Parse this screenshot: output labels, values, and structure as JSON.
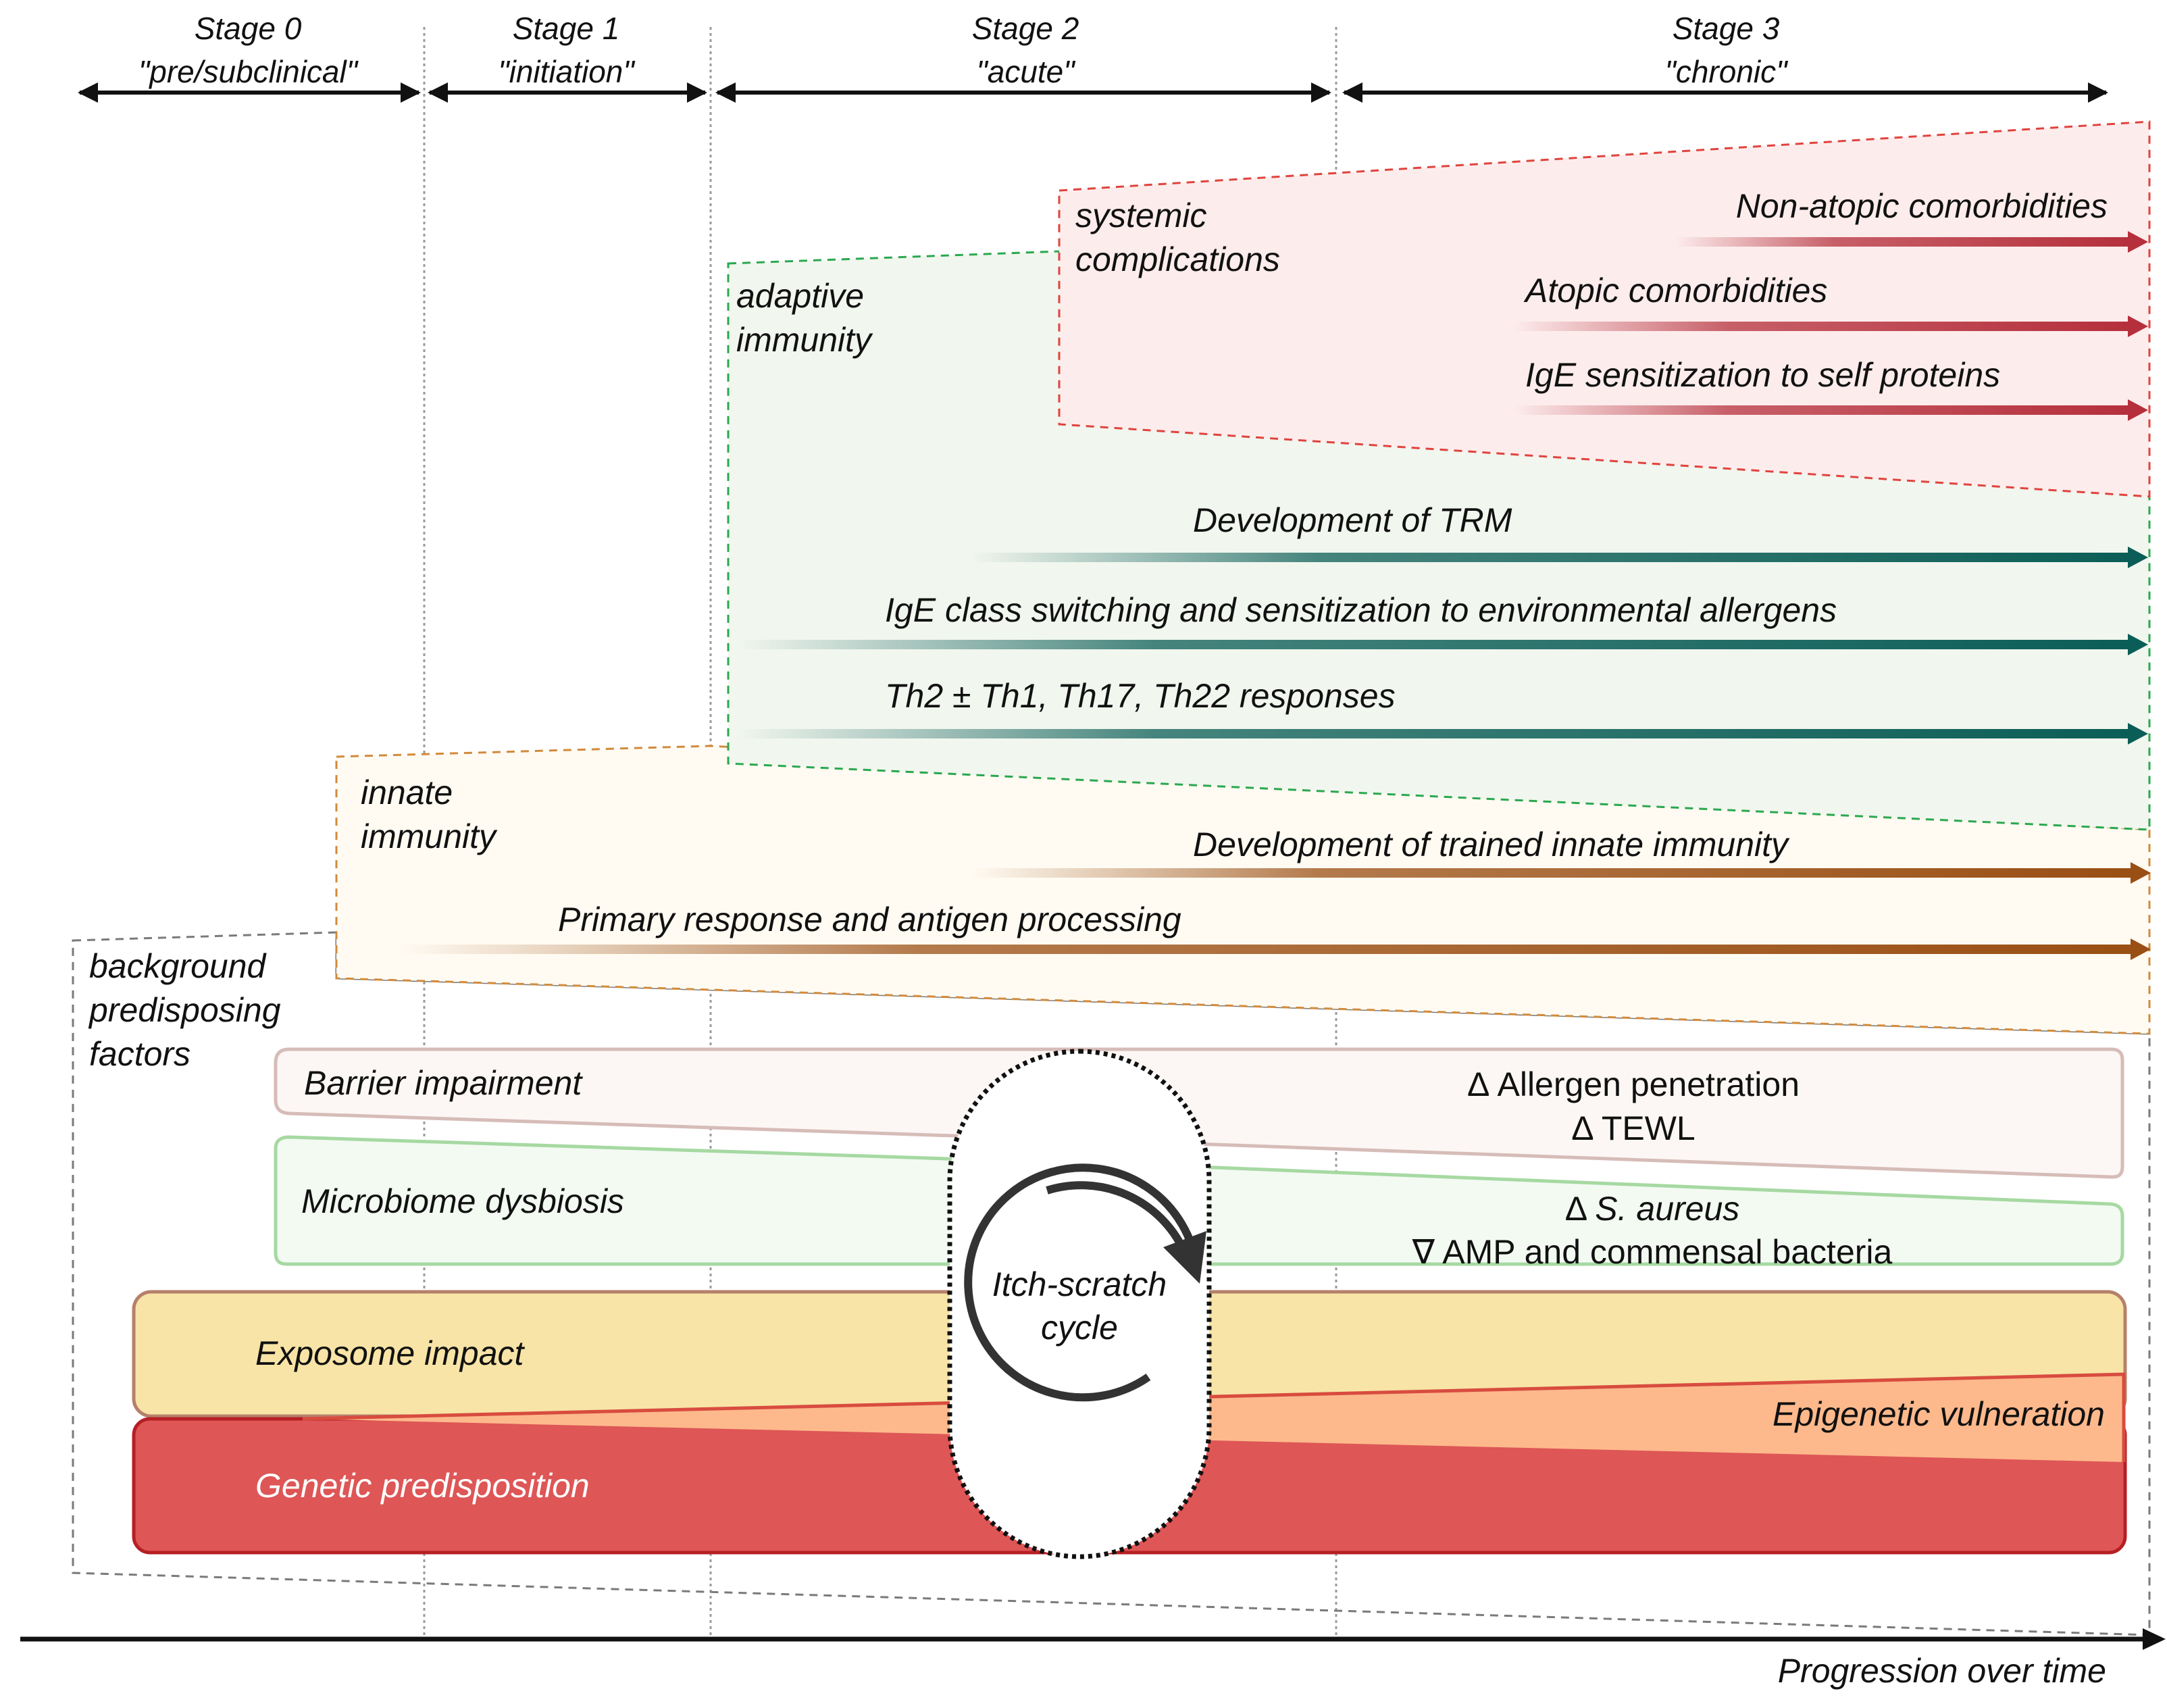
{
  "stages": [
    {
      "name": "Stage 0",
      "label": "\"pre/subclinical\""
    },
    {
      "name": "Stage 1",
      "label": "\"initiation\""
    },
    {
      "name": "Stage 2",
      "label": "\"acute\""
    },
    {
      "name": "Stage 3",
      "label": "\"chronic\""
    }
  ],
  "systemic": {
    "title_line1": "systemic",
    "title_line2": "complications",
    "items": [
      "Non-atopic comorbidities",
      "Atopic comorbidities",
      "IgE sensitization to self proteins"
    ]
  },
  "adaptive": {
    "title_line1": "adaptive",
    "title_line2": "immunity",
    "items": [
      "Development of TRM",
      "IgE class switching and sensitization to environmental allergens",
      "Th2 ± Th1, Th17, Th22 responses"
    ]
  },
  "innate": {
    "title_line1": "innate",
    "title_line2": "immunity",
    "items": [
      "Development of trained innate immunity",
      "Primary response and antigen processing"
    ]
  },
  "background": {
    "title_line1": "background",
    "title_line2": "predisposing",
    "title_line3": "factors"
  },
  "barrier": {
    "label": "Barrier impairment",
    "effect_line1": "Δ Allergen penetration",
    "effect_line2": "Δ TEWL"
  },
  "microbiome": {
    "label": "Microbiome dysbiosis",
    "effect_line1_prefix": "Δ ",
    "effect_line1_italic": "S. aureus",
    "effect_line2": "∇ AMP and commensal bacteria"
  },
  "exposome": {
    "label": "Exposome impact"
  },
  "epigenetic": {
    "label": "Epigenetic vulneration"
  },
  "genetic": {
    "label": "Genetic predisposition"
  },
  "itch": {
    "line1": "Itch-scratch",
    "line2": "cycle"
  },
  "time_axis": {
    "label": "Progression over time"
  },
  "colors": {
    "systemic": "#b5303c",
    "adaptive": "#0b5e57",
    "innate": "#9a4f14",
    "systemic_fill": "#fdecec",
    "adaptive_fill": "#f1f6ee",
    "innate_fill": "#fffbf2",
    "exposome_fill": "#f8e4a6",
    "epigenetic_fill": "#fdb98c",
    "genetic_fill": "#de5656"
  }
}
